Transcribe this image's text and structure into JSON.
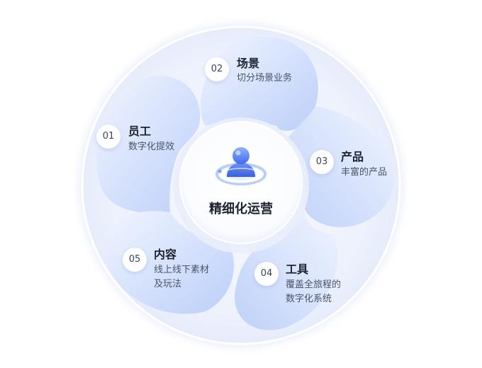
{
  "center": {
    "title": "精细化运营",
    "icon": "astronaut-globe-icon"
  },
  "items": [
    {
      "number": "01",
      "title": "员工",
      "desc": "数字化提效"
    },
    {
      "number": "02",
      "title": "场景",
      "desc": "切分场景业务"
    },
    {
      "number": "03",
      "title": "产品",
      "desc": "丰富的产品"
    },
    {
      "number": "04",
      "title": "工具",
      "desc": "覆盖全旅程的\n数字化系统"
    },
    {
      "number": "05",
      "title": "内容",
      "desc": "线上线下素材\n及玩法"
    }
  ],
  "colors": {
    "petal": "#c7d7fb",
    "ring": "#eef2fc",
    "accent": "#5a82f0"
  }
}
